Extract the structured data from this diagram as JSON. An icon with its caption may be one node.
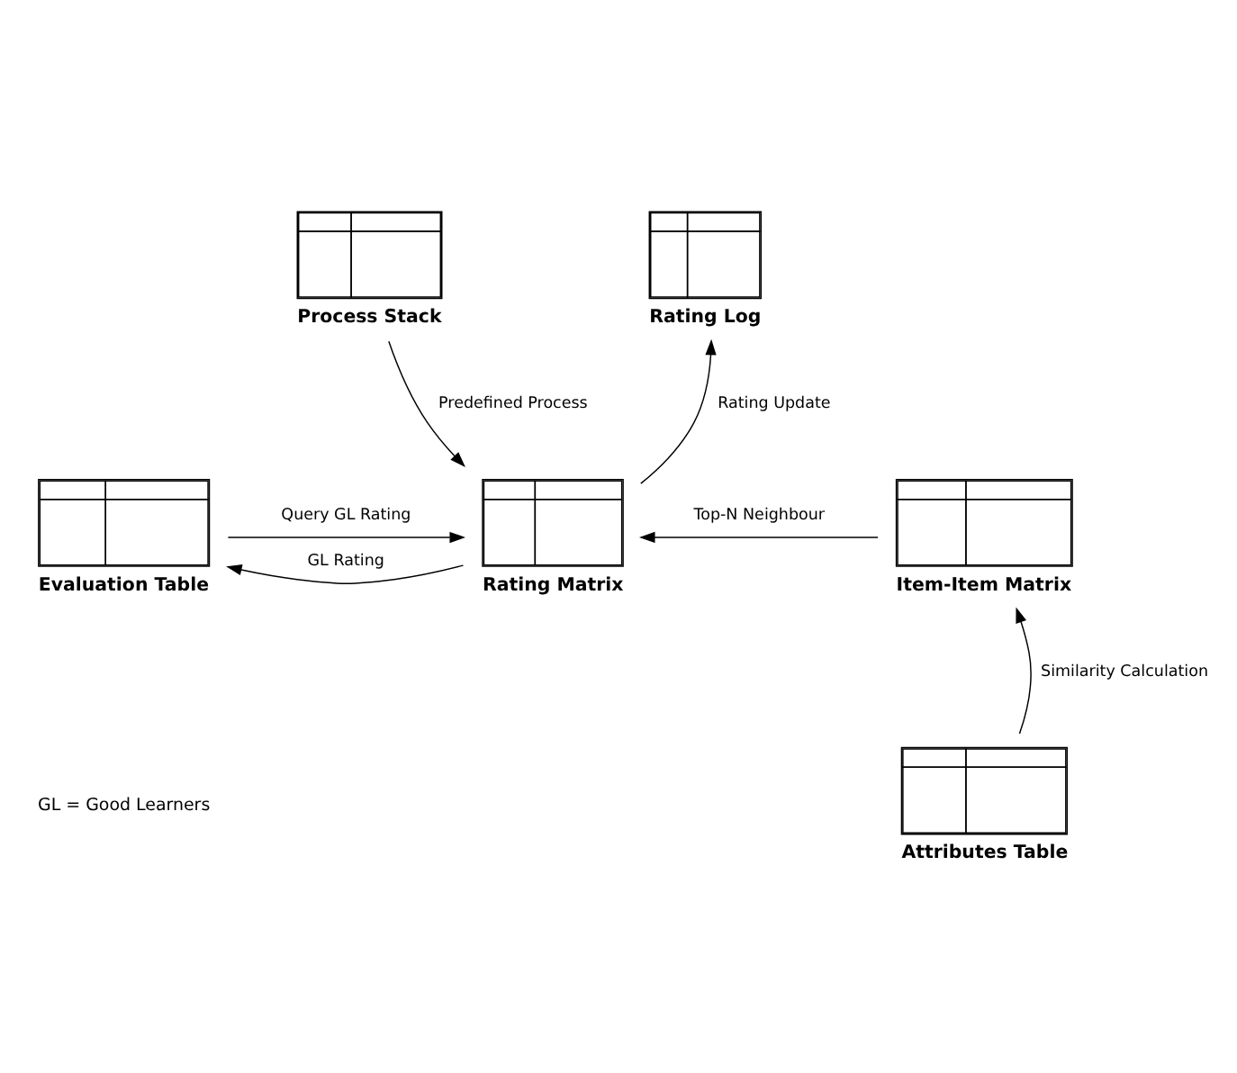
{
  "diagram": {
    "nodes": [
      {
        "text": [
          "Process Stack"
        ]
      },
      {
        "text": [
          "Rating Log"
        ]
      },
      {
        "text": [
          "Evaluation Table"
        ]
      },
      {
        "text": [
          "Rating Matrix"
        ]
      },
      {
        "text": [
          "Item-Item Matrix"
        ]
      },
      {
        "text": [
          "Attributes Table"
        ]
      }
    ],
    "edges": [
      {
        "from": 0,
        "to": 3,
        "arrow": "to",
        "label": "Predefined Process"
      },
      {
        "from": 3,
        "to": 1,
        "arrow": "to",
        "label": "Rating Update"
      },
      {
        "from": 2,
        "to": 3,
        "arrow": "to",
        "label": "Query GL Rating"
      },
      {
        "from": 3,
        "to": 2,
        "arrow": "to",
        "label": "GL Rating"
      },
      {
        "from": 4,
        "to": 3,
        "arrow": "to",
        "label": "Top-N Neighbour"
      },
      {
        "from": 5,
        "to": 4,
        "arrow": "to",
        "label": "Similarity Calculation"
      }
    ],
    "labels": [
      "GL = Good Learners"
    ]
  }
}
